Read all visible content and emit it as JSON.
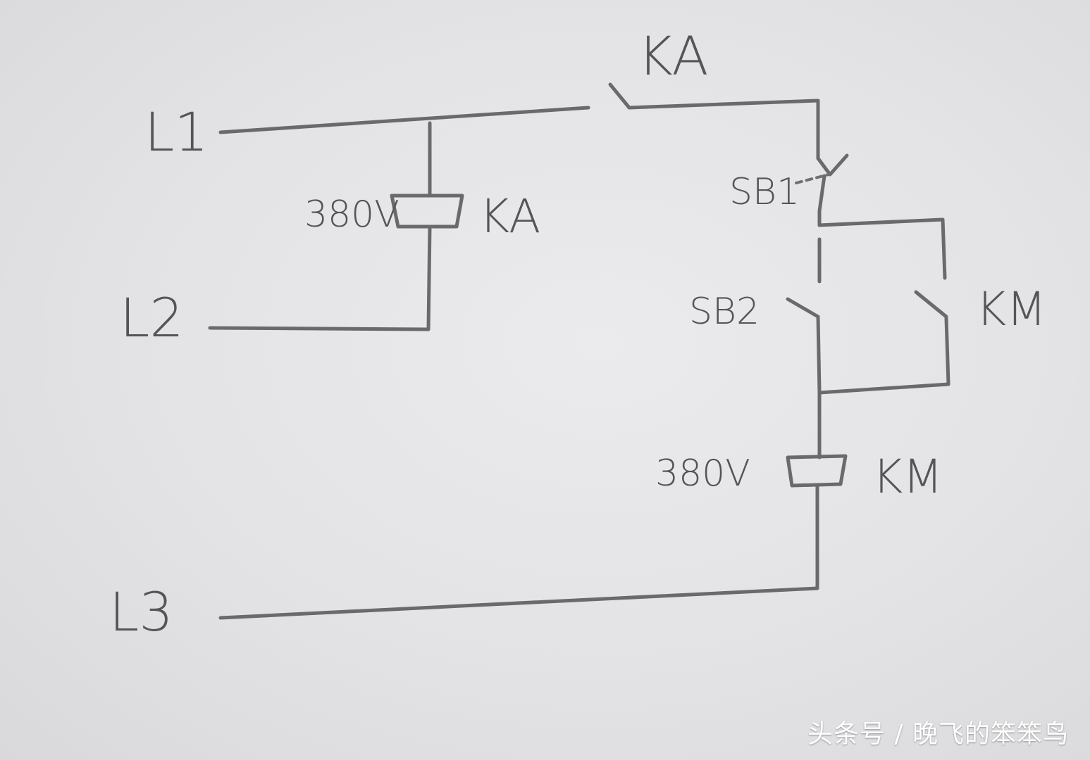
{
  "labels": {
    "l1": "L1",
    "l2": "L2",
    "l3": "L3",
    "ka_contact": "KA",
    "ka_coil": "KA",
    "ka_coil_voltage": "380V",
    "sb1": "SB1",
    "sb2": "SB2",
    "km_contact": "KM",
    "km_coil": "KM",
    "km_coil_voltage": "380V"
  },
  "watermark": "头条号 / 晚飞的笨笨鸟",
  "colors": {
    "paper": "#e2e2e4",
    "pencil": "#6a6a6a"
  }
}
